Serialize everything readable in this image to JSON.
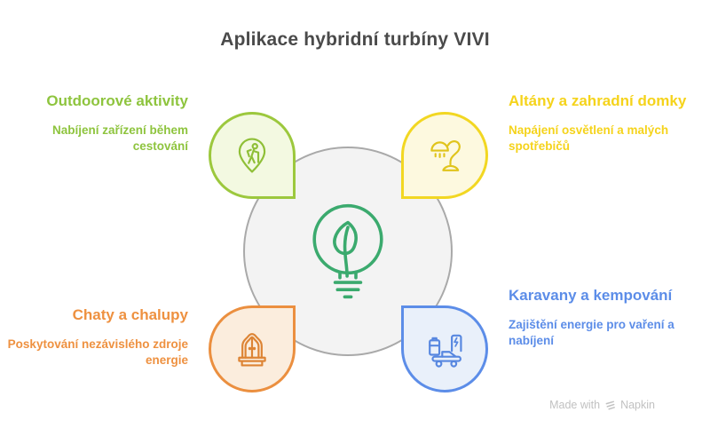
{
  "title": "Aplikace hybridní turbíny VIVI",
  "center": {
    "icon": "leaf-bulb-icon",
    "color": "#3baa6e",
    "circle_fill": "#f3f3f3",
    "circle_border": "#a9a9a9"
  },
  "nodes": [
    {
      "id": "outdoor",
      "position": "top-left",
      "title": "Outdoorové aktivity",
      "description": "Nabíjení zařízení během cestování",
      "icon": "hiker-pin-icon",
      "accent": "#8ec43e",
      "fill": "#f3f9e1"
    },
    {
      "id": "altany",
      "position": "top-right",
      "title": "Altány a zahradní domky",
      "description": "Napájení osvětlení a malých spotřebičů",
      "icon": "desk-lamp-icon",
      "accent": "#f2d722",
      "fill": "#fdf9df"
    },
    {
      "id": "chaty",
      "position": "bottom-left",
      "title": "Chaty a chalupy",
      "description": "Poskytování nezávislého zdroje energie",
      "icon": "cabin-arch-icon",
      "accent": "#eb8f3f",
      "fill": "#fbeddd"
    },
    {
      "id": "karavany",
      "position": "bottom-right",
      "title": "Karavany a kempování",
      "description": "Zajištění energie pro vaření a nabíjení",
      "icon": "camper-charging-icon",
      "accent": "#5c8de8",
      "fill": "#e9f0fa"
    }
  ],
  "footer": {
    "prefix": "Made with",
    "brand": "Napkin",
    "logo": "napkin-logo-icon"
  }
}
